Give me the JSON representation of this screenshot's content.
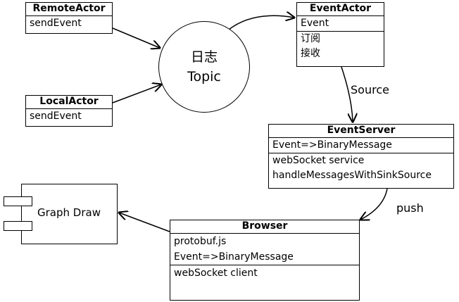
{
  "remote_actor": {
    "title": "RemoteActor",
    "members": [
      "sendEvent"
    ]
  },
  "local_actor": {
    "title": "LocalActor",
    "members": [
      "sendEvent"
    ]
  },
  "topic": {
    "line1": "日志",
    "line2": "Topic"
  },
  "event_actor": {
    "title": "EventActor",
    "attributes": [
      "Event"
    ],
    "operations": [
      "订阅",
      "接收"
    ]
  },
  "event_server": {
    "title": "EventServer",
    "attributes": [
      "Event=>BinaryMessage"
    ],
    "operations": [
      "webSocket service",
      "handleMessagesWithSinkSource"
    ]
  },
  "browser": {
    "title": "Browser",
    "attributes": [
      "protobuf.js",
      "Event=>BinaryMessage"
    ],
    "operations": [
      "webSocket client"
    ]
  },
  "graph_draw": {
    "label": "Graph Draw"
  },
  "edges": {
    "source_label": "Source",
    "push_label": "push"
  }
}
